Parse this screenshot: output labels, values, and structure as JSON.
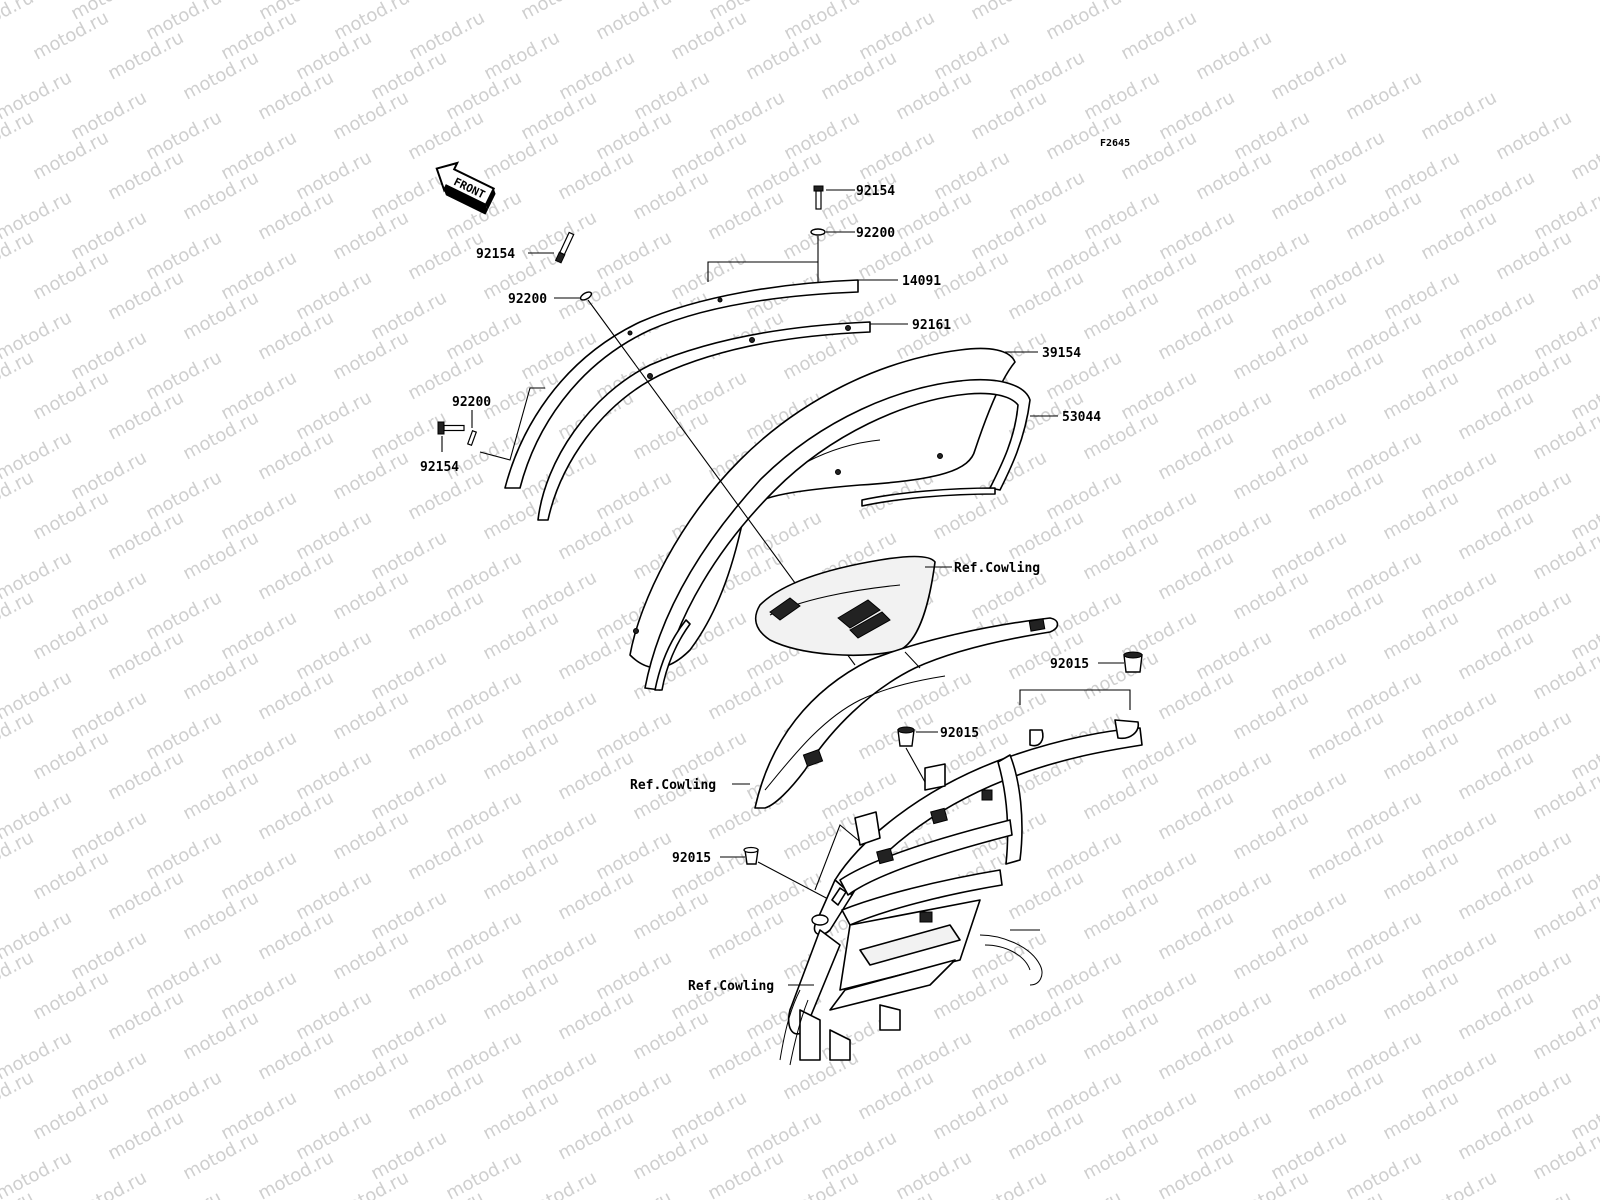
{
  "watermark": "motod.ru",
  "figure_code": "F2645",
  "direction_arrow": "FRONT",
  "labels": {
    "bolt_top": "92154",
    "washer_top": "92200",
    "bracket_14091": "14091",
    "bolt_left_upper": "92154",
    "washer_left_upper": "92200",
    "strip_92161": "92161",
    "windshield_39154": "39154",
    "seal_53044": "53044",
    "washer_left_lower": "92200",
    "bolt_left_lower": "92154",
    "ref_cowling_upper": "Ref.Cowling",
    "grommet_right": "92015",
    "grommet_mid": "92015",
    "ref_cowling_middle": "Ref.Cowling",
    "grommet_left": "92015",
    "ref_cowling_lower": "Ref.Cowling"
  }
}
